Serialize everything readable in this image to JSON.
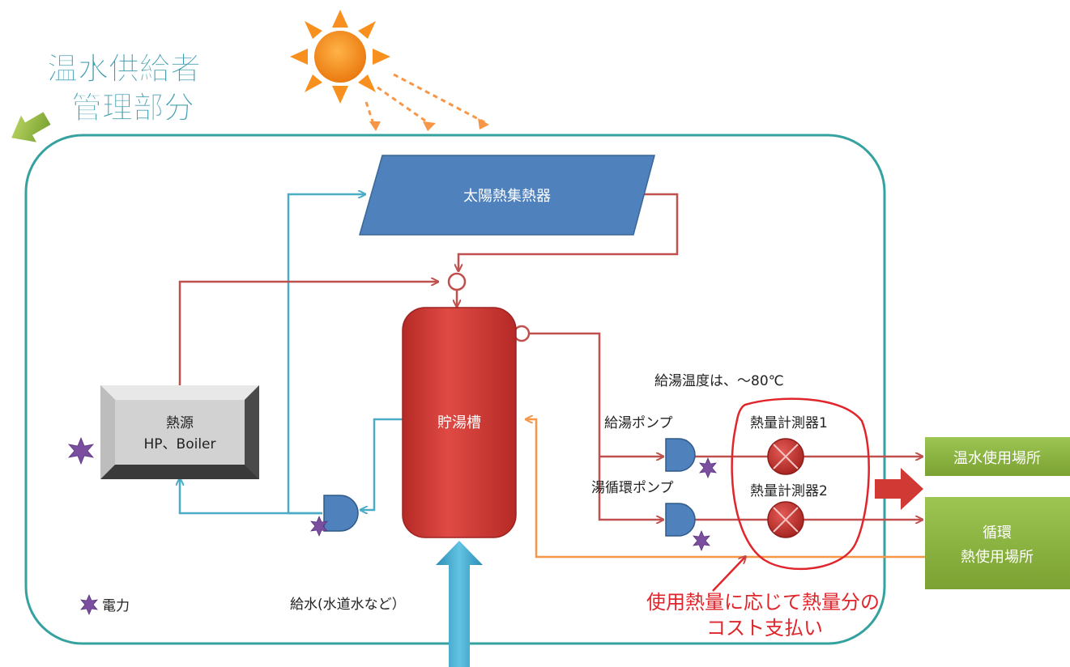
{
  "title": {
    "line1": "温水供給者",
    "line2": "管理部分"
  },
  "components": {
    "solar_collector": "太陽熱集熱器",
    "heat_source_line1": "熱源",
    "heat_source_line2": "HP、Boiler",
    "storage_tank": "貯湯槽",
    "supply_pump": "給湯ポンプ",
    "circulation_pump": "湯循環ポンプ",
    "heat_meter_1": "熱量計測器1",
    "heat_meter_2": "熱量計測器2",
    "hot_water_use": "温水使用場所",
    "circ_use_line1": "循環",
    "circ_use_line2": "熱使用場所"
  },
  "annotations": {
    "supply_temperature": "給湯温度は、～80℃",
    "water_supply": "給水(水道水など）",
    "power_legend": "電力",
    "cost_note_line1": "使用熱量に応じて熱量分の",
    "cost_note_line2": "コスト支払い"
  },
  "colors": {
    "boundary": "#35a2a0",
    "hot_pipe": "#c0504d",
    "cold_pipe": "#4bacc6",
    "return_pipe": "#f79646",
    "collector": "#4f81bd",
    "tank": "#d9403a",
    "destination": "#8db33a",
    "sun": "#f7901e",
    "power_star": "#7a4fa0",
    "note": "#e0252b"
  }
}
